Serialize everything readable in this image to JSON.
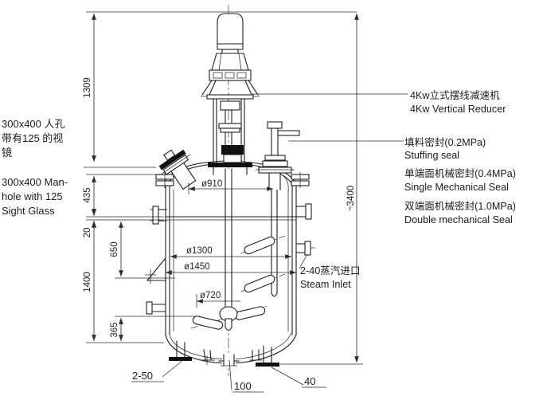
{
  "style": {
    "ink": "#222222",
    "background": "#ffffff"
  },
  "annotations": {
    "manhole": {
      "zh_line1": "300x400 人孔",
      "zh_line2": "带有125 的视",
      "zh_line3": "镜",
      "en_line1": "300x400 Man-",
      "en_line2": "hole with 125",
      "en_line3": "Sight Glass"
    },
    "reducer": {
      "zh": "4Kw立式摆线减速机",
      "en": "4Kw Vertical Reducer"
    },
    "stuffing_seal": {
      "zh": "填料密封(0.2MPa)",
      "en": "Stuffing seal"
    },
    "single_seal": {
      "zh": "单端面机械密封(0.4MPa)",
      "en": "Single Mechanical Seal"
    },
    "double_seal": {
      "zh": "双端面机械密封(1.0MPa)",
      "en": "Double mechanical Seal"
    },
    "steam_inlet": {
      "zh": "2-40蒸汽进口",
      "en": "Steam Inlet"
    }
  },
  "dimensions": {
    "drive_height": "1309",
    "head_height": "435",
    "jacket_gap": "20",
    "shell_height": "1400",
    "upper_impeller_depth": "650",
    "lower_impeller_height": "365",
    "overall_height": "~3400",
    "dia_910": "ø910",
    "dia_1300": "ø1300",
    "dia_1450": "ø1450",
    "dia_720": "ø720",
    "bottom_nozzles_left": "2-50",
    "bottom_outlet": "100",
    "bottom_nozzle_right": "40"
  }
}
